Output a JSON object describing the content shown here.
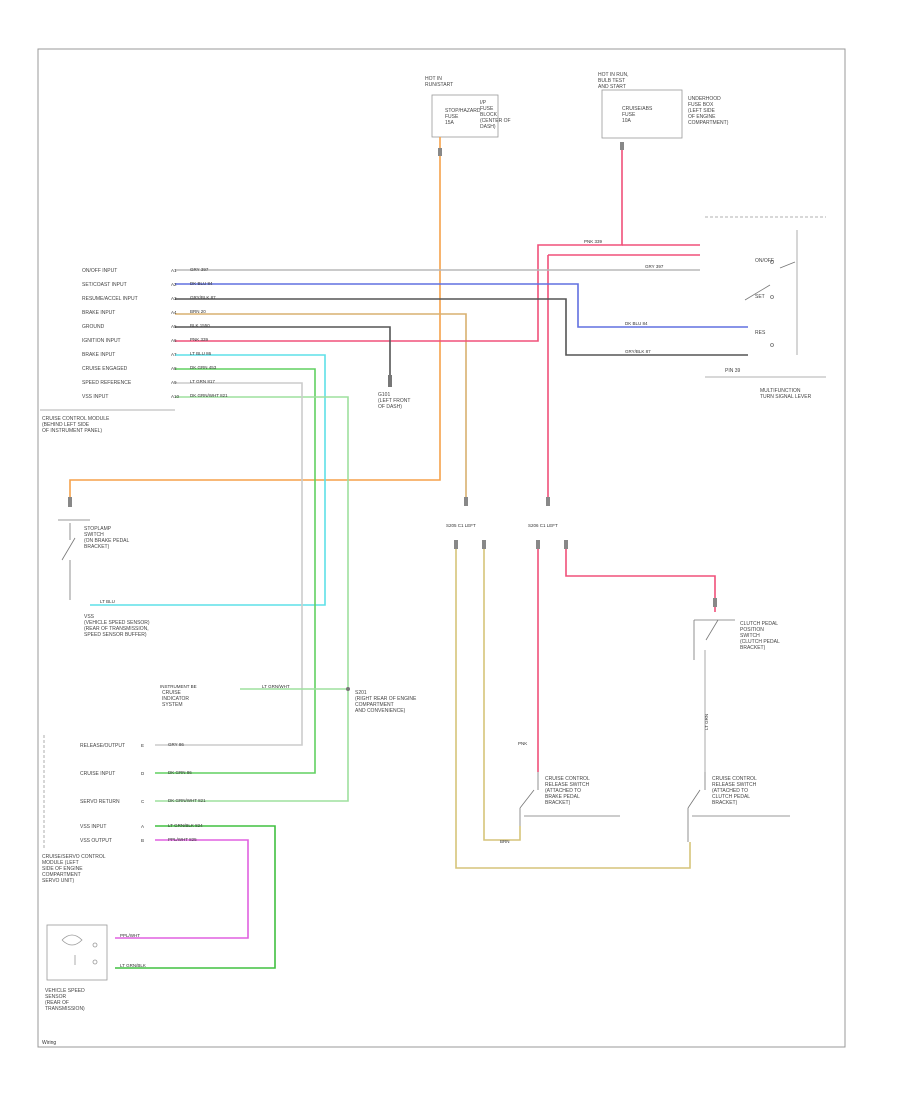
{
  "colors": {
    "orange": "#f5a14a",
    "pink": "#f0507a",
    "blue": "#6070e0",
    "gray": "#b8b8b8",
    "tan": "#d8b070",
    "cyan": "#5ee0e8",
    "green": "#60d060",
    "lightgreen": "#9ee09e",
    "violet": "#e060e0",
    "darkgreen": "#40c040",
    "black": "#555555",
    "yellowtan": "#d6c47a"
  },
  "fuse_top_left": {
    "header": [
      "HOT IN",
      "RUN/START"
    ],
    "inner": [
      "STOP/HAZARD",
      "FUSE",
      "15A"
    ],
    "side": [
      "I/P",
      "FUSE",
      "BLOCK",
      "(CENTER OF",
      "DASH)"
    ]
  },
  "fuse_top_right": {
    "header": [
      "HOT IN RUN,",
      "BULB TEST",
      "AND START"
    ],
    "inner": [
      "CRUISE/ABS",
      "FUSE",
      "10A"
    ],
    "side": [
      "UNDERHOOD",
      "FUSE BOX",
      "(LEFT SIDE",
      "OF ENGINE",
      "COMPARTMENT)"
    ]
  },
  "module_pins": [
    {
      "pin": "A1",
      "label": "ON/OFF INPUT",
      "wire": "GRY  397"
    },
    {
      "pin": "A2",
      "label": "SET/COAST INPUT",
      "wire": "DK BLU  84"
    },
    {
      "pin": "A3",
      "label": "RESUME/ACCEL INPUT",
      "wire": "GRY/BLK  87"
    },
    {
      "pin": "A4",
      "label": "BRAKE INPUT",
      "wire": "BRN  20"
    },
    {
      "pin": "A5",
      "label": "GROUND",
      "wire": "BLK  1550"
    },
    {
      "pin": "A6",
      "label": "IGNITION INPUT",
      "wire": "PNK  339"
    },
    {
      "pin": "A7",
      "label": "BRAKE INPUT",
      "wire": "LT BLU  86"
    },
    {
      "pin": "A8",
      "label": "CRUISE ENGAGED",
      "wire": "DK GRN  453"
    },
    {
      "pin": "A9",
      "label": "SPEED REFERENCE",
      "wire": "LT GRN  817"
    },
    {
      "pin": "A10",
      "label": "VSS INPUT",
      "wire": "DK GRN/WHT  821"
    }
  ],
  "module_label": [
    "CRUISE CONTROL MODULE",
    "(BEHIND LEFT SIDE",
    "OF INSTRUMENT PANEL)"
  ],
  "ground_label": [
    "G101",
    "(LEFT FRONT",
    "OF DASH)"
  ],
  "multifunction": {
    "wire_top": "PNK  339",
    "wire_on": "GRY  397",
    "wire_set": "DK BLU  84",
    "wire_resume": "GRY/BLK  87",
    "labels": [
      "ON/OFF",
      "SET",
      "RES"
    ],
    "title": [
      "MULTIFUNCTION",
      "TURN SIGNAL LEVER"
    ],
    "part": "PIN 39"
  },
  "stoplamp": {
    "label": [
      "STOPLAMP",
      "SWITCH",
      "(ON BRAKE PEDAL",
      "BRACKET)"
    ],
    "wire": "LT BLU"
  },
  "vss_label": [
    "VSS",
    "(VEHICLE SPEED SENSOR)",
    "(REAR OF TRANSMISSION,",
    "SPEED SENSOR BUFFER)"
  ],
  "instrument": {
    "left": "INSTRUMENT  BE",
    "wire": "LT GRN/WHT",
    "right": [
      "CRUISE",
      "INDICATOR",
      "SYSTEM"
    ],
    "splice": [
      "S201",
      "(RIGHT REAR OF ENGINE",
      "COMPARTMENT",
      "AND CONVENIENCE)"
    ]
  },
  "splices": {
    "left": "S205  C1  LEFT",
    "right": "S206  C1  LEFT"
  },
  "clutch": {
    "label": [
      "CLUTCH PEDAL",
      "POSITION",
      "SWITCH",
      "(CLUTCH PEDAL",
      "BRACKET)"
    ],
    "wire": "LT GRN"
  },
  "release_left": {
    "label": [
      "CRUISE CONTROL",
      "RELEASE SWITCH",
      "(ATTACHED TO",
      "BRAKE PEDAL",
      "BRACKET)"
    ],
    "wire": "PNK",
    "wire2": "BRN"
  },
  "release_right": {
    "label": [
      "CRUISE CONTROL",
      "RELEASE SWITCH",
      "(ATTACHED TO",
      "CLUTCH PEDAL",
      "BRACKET)"
    ]
  },
  "servo_pins": [
    {
      "pin": "E",
      "label": "RELEASE/OUTPUT",
      "wire": "GRY  86"
    },
    {
      "pin": "D",
      "label": "CRUISE INPUT",
      "wire": "DK GRN  86"
    },
    {
      "pin": "C",
      "label": "SERVO RETURN",
      "wire": "DK GRN/WHT  821"
    },
    {
      "pin": "A",
      "label": "VSS INPUT",
      "wire": "LT GRN/BLK  824"
    },
    {
      "pin": "B",
      "label": "VSS OUTPUT",
      "wire": "PPL/WHT  825"
    }
  ],
  "servo_label": [
    "CRUISE/SERVO CONTROL",
    "MODULE (LEFT",
    "SIDE OF ENGINE",
    "COMPARTMENT",
    "SERVO UNIT)"
  ],
  "sensor": {
    "wires": [
      "PPL/WHT",
      "LT GRN/BLK"
    ],
    "label": [
      "VEHICLE SPEED",
      "SENSOR",
      "(REAR OF",
      "TRANSMISSION)"
    ]
  },
  "footer": "Wiring"
}
